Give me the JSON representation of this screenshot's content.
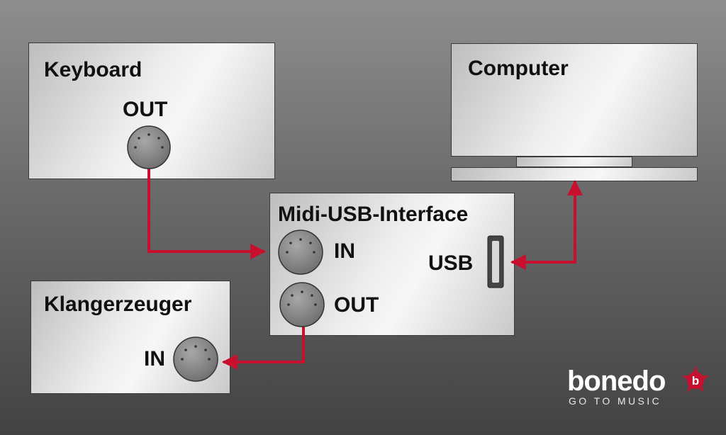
{
  "diagram": {
    "keyboard": {
      "title": "Keyboard",
      "port": "OUT"
    },
    "computer": {
      "title": "Computer"
    },
    "interface": {
      "title": "Midi-USB-Interface",
      "in_label": "IN",
      "out_label": "OUT",
      "usb_label": "USB"
    },
    "sound_generator": {
      "title": "Klangerzeuger",
      "port": "IN"
    },
    "connection_color": "#c8102e"
  },
  "logo": {
    "word": "bonedo",
    "tagline": "GO TO MUSIC",
    "badge_letter": "b"
  }
}
